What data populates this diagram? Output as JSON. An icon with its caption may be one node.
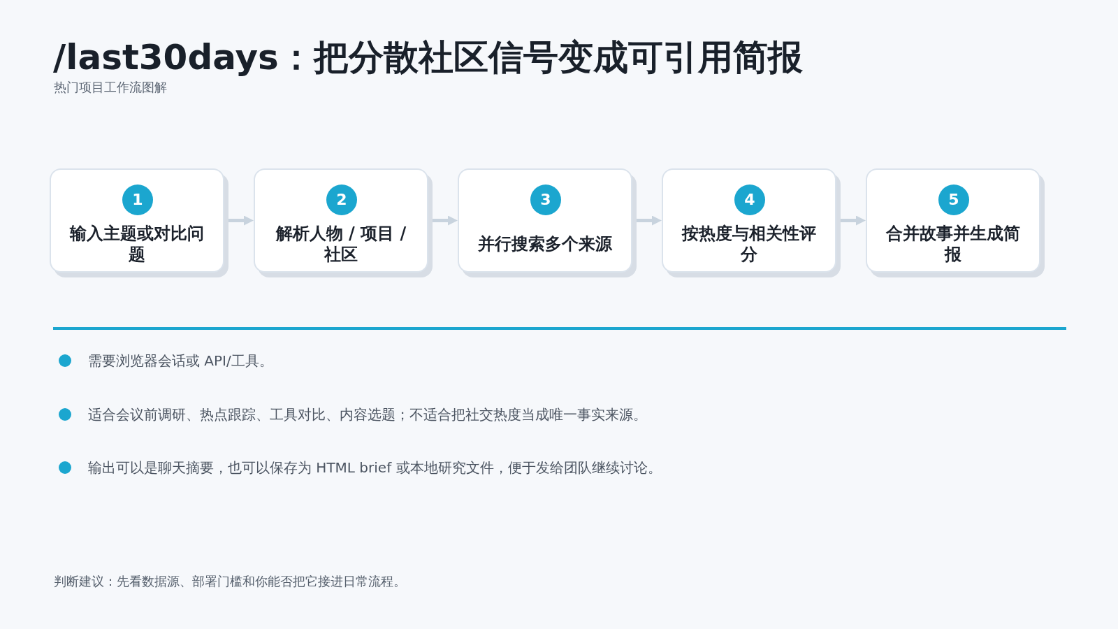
{
  "diagram": {
    "title": "/last30days：把分散社区信号变成可引用简报",
    "nodes": [
      {
        "text": [
          "1",
          "输入主题或对比问题"
        ]
      },
      {
        "text": [
          "2",
          "解析人物 / 项目 / 社区"
        ]
      },
      {
        "text": [
          "3",
          "并行搜索多个来源"
        ]
      },
      {
        "text": [
          "4",
          "按热度与相关性评分"
        ]
      },
      {
        "text": [
          "5",
          "合并故事并生成简报"
        ]
      }
    ],
    "edges": [
      {
        "from": 0,
        "to": 1,
        "arrow": "to"
      },
      {
        "from": 1,
        "to": 2,
        "arrow": "to"
      },
      {
        "from": 2,
        "to": 3,
        "arrow": "to"
      },
      {
        "from": 3,
        "to": 4,
        "arrow": "to"
      }
    ],
    "labels": [
      "热门项目工作流图解",
      "需要浏览器会话或 API/工具。",
      "适合会议前调研、热点跟踪、工具对比、内容选题；不适合把社交热度当成唯一事实来源。",
      "输出可以是聊天摘要，也可以保存为 HTML brief 或本地研究文件，便于发给团队继续讨论。",
      "判断建议：先看数据源、部署门槛和你能否把它接进日常流程。"
    ]
  }
}
